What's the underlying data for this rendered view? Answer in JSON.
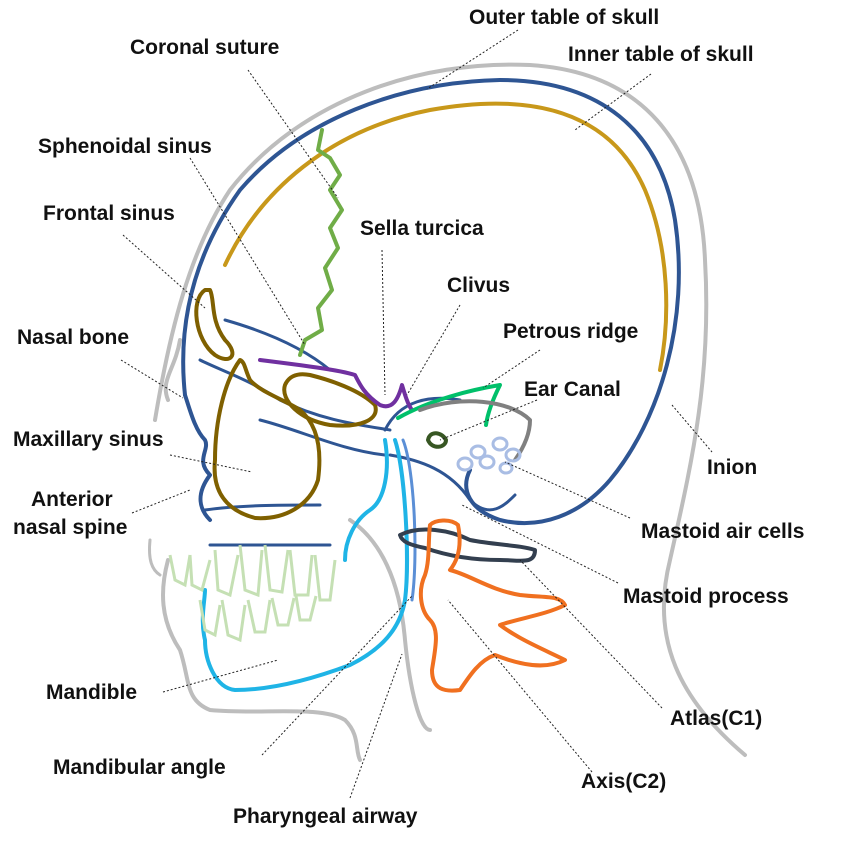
{
  "labels": {
    "outer_table": "Outer table of skull",
    "coronal_suture": "Coronal suture",
    "inner_table": "Inner table of skull",
    "sphenoidal_sinus": "Sphenoidal sinus",
    "frontal_sinus": "Frontal sinus",
    "sella_turcica": "Sella turcica",
    "clivus": "Clivus",
    "petrous_ridge": "Petrous ridge",
    "nasal_bone": "Nasal bone",
    "ear_canal": "Ear Canal",
    "maxillary_sinus": "Maxillary sinus",
    "inion": "Inion",
    "anterior_nasal_spine_1": "Anterior",
    "anterior_nasal_spine_2": "nasal spine",
    "mastoid_air_cells": "Mastoid air cells",
    "mastoid_process": "Mastoid process",
    "mandible": "Mandible",
    "atlas": "Atlas(C1)",
    "mandibular_angle": "Mandibular angle",
    "axis": "Axis(C2)",
    "pharyngeal_airway": "Pharyngeal airway"
  },
  "colors": {
    "soft_tissue": "#bdbdbd",
    "outer_table": "#2e5593",
    "inner_table": "#c8981a",
    "coronal_suture": "#70ad47",
    "frontal_sinus": "#7f6000",
    "sella": "#7030a0",
    "petrous": "#00c06a",
    "ear_canal": "#375623",
    "mastoid_cells": "#a9bde4",
    "mastoid_process": "#808080",
    "airway": "#1fb4e6",
    "teeth": "#c5e0b4",
    "atlas": "#333f4f",
    "axis": "#f07020"
  }
}
